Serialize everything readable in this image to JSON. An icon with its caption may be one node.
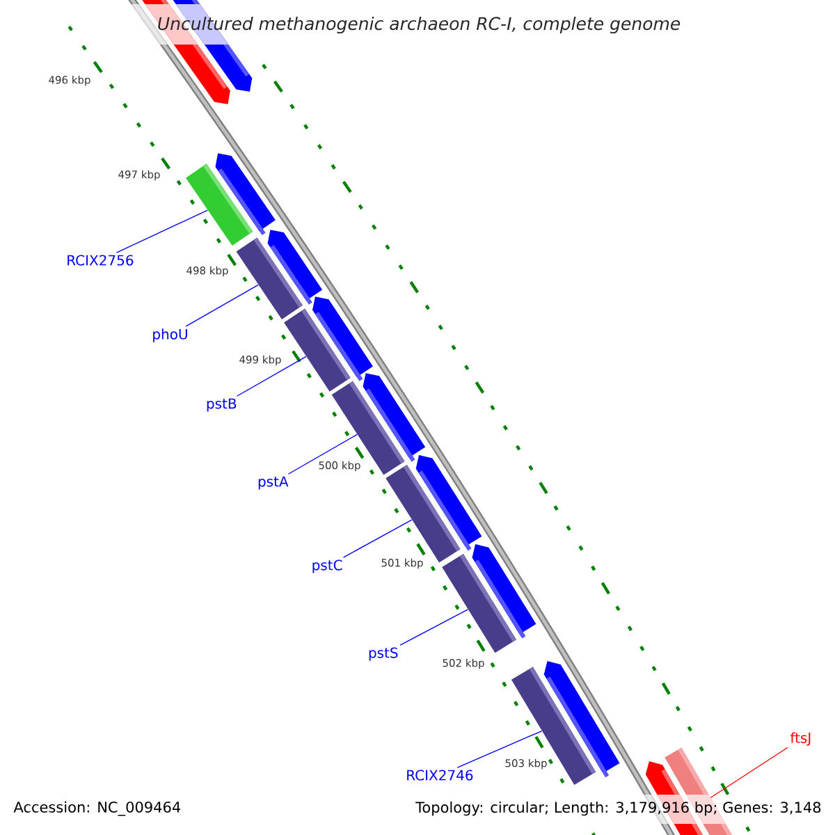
{
  "diagram": {
    "title": "Uncultured methanogenic archaeon RC-I, complete genome",
    "nodes": [
      {
        "text": [
          "RCIX2756"
        ]
      },
      {
        "text": [
          "phoU"
        ]
      },
      {
        "text": [
          "pstB"
        ]
      },
      {
        "text": [
          "pstA"
        ]
      },
      {
        "text": [
          "pstC"
        ]
      },
      {
        "text": [
          "pstS"
        ]
      },
      {
        "text": [
          "RCIX2746"
        ]
      },
      {
        "text": [
          "ftsJ"
        ]
      },
      {
        "text": [],
        "shape": "bar"
      },
      {
        "text": [],
        "shape": "bar"
      },
      {
        "text": [],
        "shape": "bar"
      },
      {
        "text": [],
        "shape": "bar"
      },
      {
        "text": [],
        "shape": "bar"
      },
      {
        "text": [],
        "shape": "bar"
      },
      {
        "text": [],
        "shape": "bar"
      },
      {
        "text": [],
        "shape": "bar"
      },
      {
        "text": [],
        "shape": "arrow"
      },
      {
        "text": [],
        "shape": "arrow"
      },
      {
        "text": [],
        "shape": "arrow"
      },
      {
        "text": [],
        "shape": "arrow"
      },
      {
        "text": [],
        "shape": "arrow"
      },
      {
        "text": [],
        "shape": "arrow"
      },
      {
        "text": [],
        "shape": "arrow"
      },
      {
        "text": [],
        "shape": "arrow"
      },
      {
        "text": [],
        "shape": "arrow"
      },
      {
        "text": [],
        "shape": "arrow"
      }
    ],
    "edges": [
      {
        "from": 0,
        "to": 8,
        "arrow": "none"
      },
      {
        "from": 1,
        "to": 9,
        "arrow": "none"
      },
      {
        "from": 2,
        "to": 10,
        "arrow": "none"
      },
      {
        "from": 3,
        "to": 11,
        "arrow": "none"
      },
      {
        "from": 4,
        "to": 12,
        "arrow": "none"
      },
      {
        "from": 5,
        "to": 13,
        "arrow": "none"
      },
      {
        "from": 6,
        "to": 14,
        "arrow": "none"
      },
      {
        "from": 7,
        "to": 15,
        "arrow": "none",
        "color": "#ff0000"
      }
    ],
    "labels": [
      "496 kbp",
      "497 kbp",
      "498 kbp",
      "499 kbp",
      "500 kbp",
      "501 kbp",
      "502 kbp",
      "503 kbp",
      "Accession: NC_009464",
      "Topology: circular; Length: 3,179,916 bp; Genes: 3,148"
    ]
  }
}
